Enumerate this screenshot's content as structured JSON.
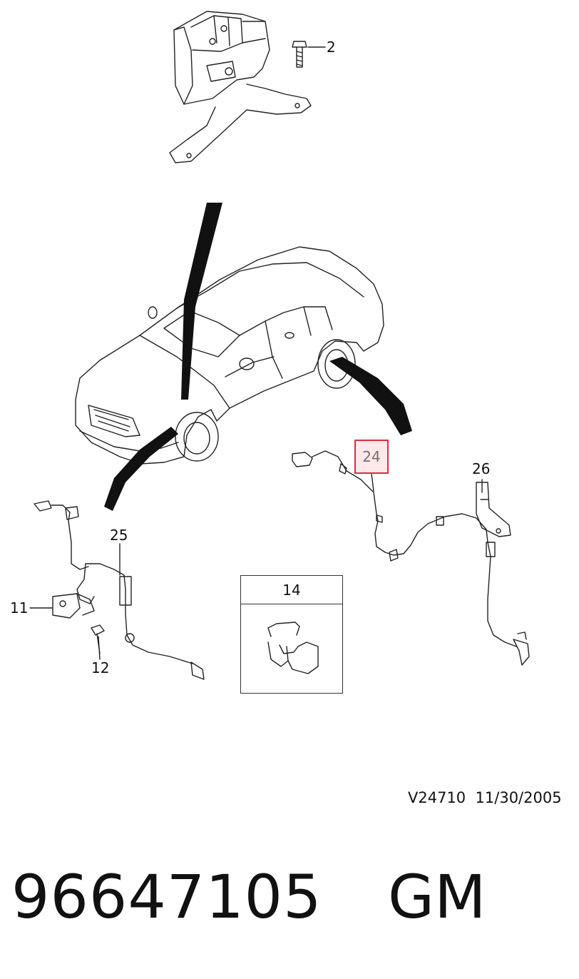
{
  "callouts": {
    "c2": "2",
    "c24": "24",
    "c26": "26",
    "c25": "25",
    "c11": "11",
    "c12": "12",
    "c14": "14"
  },
  "highlight_color": "#d9303a",
  "highlight_fill": "#fde8ea",
  "ref_code": "V24710",
  "ref_date": "11/30/2005",
  "part_number": "96647105",
  "brand": "GM"
}
